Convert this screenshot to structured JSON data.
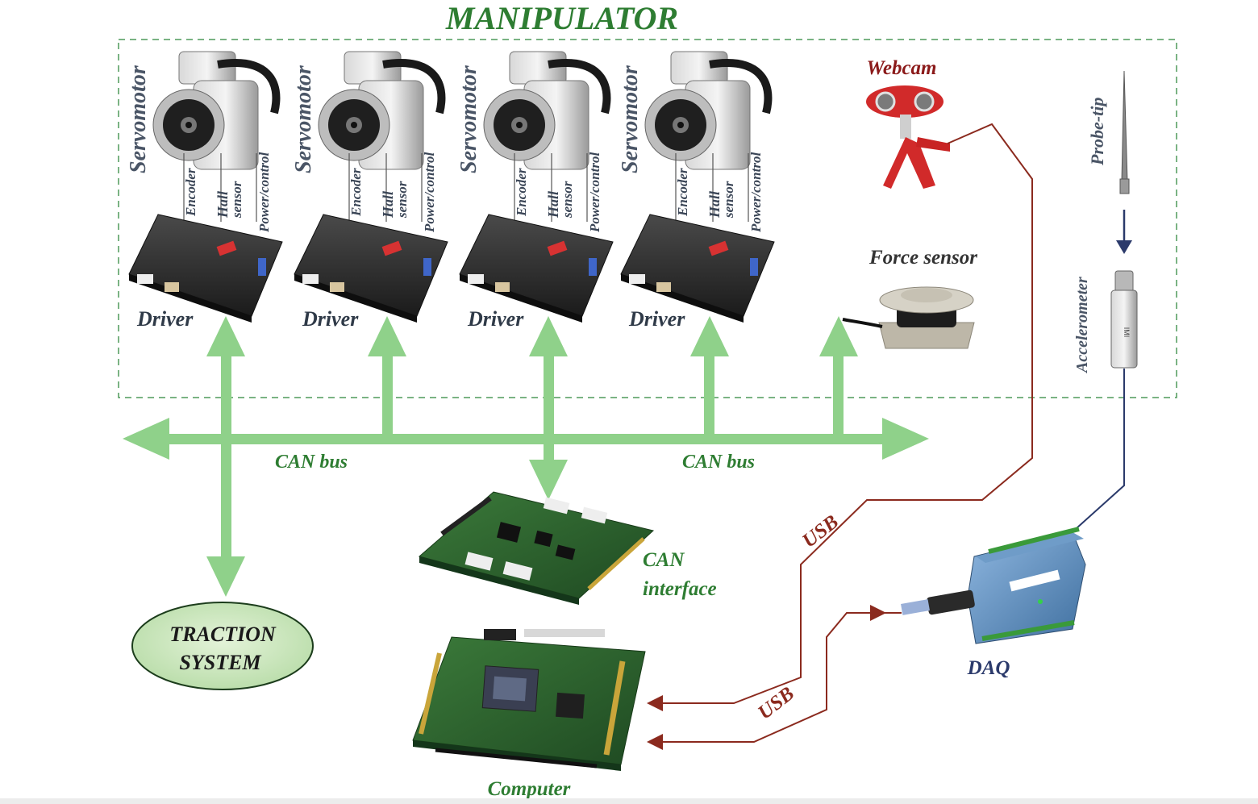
{
  "title": "MANIPULATOR",
  "servomotors": [
    {
      "label": "Servomotor",
      "wires": [
        "Encoder",
        "Hall",
        "sensor",
        "Power/control"
      ],
      "driver": "Driver"
    },
    {
      "label": "Servomotor",
      "wires": [
        "Encoder",
        "Hall",
        "sensor",
        "Power/control"
      ],
      "driver": "Driver"
    },
    {
      "label": "Servomotor",
      "wires": [
        "Encoder",
        "Hall",
        "sensor",
        "Power/control"
      ],
      "driver": "Driver"
    },
    {
      "label": "Servomotor",
      "wires": [
        "Encoder",
        "Hall",
        "sensor",
        "Power/control"
      ],
      "driver": "Driver"
    }
  ],
  "webcam": "Webcam",
  "force_sensor": "Force sensor",
  "probe_tip": "Probe-tip",
  "accelerometer": "Accelerometer",
  "can_bus_left": "CAN bus",
  "can_bus_right": "CAN bus",
  "can_interface_line1": "CAN",
  "can_interface_line2": "interface",
  "traction_line1": "TRACTION",
  "traction_line2": "SYSTEM",
  "computer": "Computer",
  "daq": "DAQ",
  "usb_upper": "USB",
  "usb_lower": "USB",
  "colors": {
    "title_green": "#2e7d32",
    "bus_green": "#8fd18a",
    "label_green": "#2e7d32",
    "usb_red": "#8b2a1e",
    "daq_navy": "#2b3a6b",
    "label_gray": "#4a5566",
    "dash_green": "#4f9a5a"
  }
}
